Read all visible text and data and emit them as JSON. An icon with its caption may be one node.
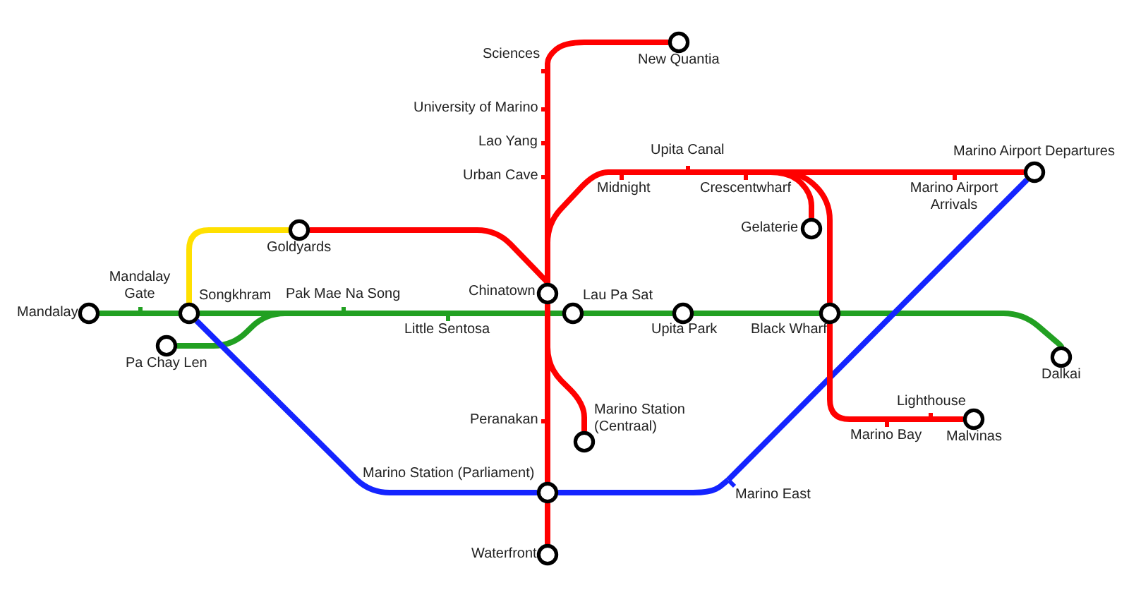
{
  "diagram": {
    "nodes": [
      {
        "text": [
          "Sciences"
        ]
      },
      {
        "text": [
          "New Quantia"
        ]
      },
      {
        "text": [
          "University of Marino"
        ]
      },
      {
        "text": [
          "Lao Yang"
        ]
      },
      {
        "text": [
          "Upita Canal"
        ]
      },
      {
        "text": [
          "Marino Airport Departures"
        ]
      },
      {
        "text": [
          "Urban Cave"
        ]
      },
      {
        "text": [
          "Midnight"
        ]
      },
      {
        "text": [
          "Crescentwharf"
        ]
      },
      {
        "text": [
          "Marino Airport Arrivals"
        ]
      },
      {
        "text": [
          "Goldyards"
        ]
      },
      {
        "text": [
          "Gelaterie"
        ]
      },
      {
        "text": [
          "Mandalay Gate"
        ]
      },
      {
        "text": [
          "Chinatown"
        ]
      },
      {
        "text": [
          "Songkhram"
        ]
      },
      {
        "text": [
          "Pak Mae Na Song"
        ]
      },
      {
        "text": [
          "Lau Pa Sat"
        ]
      },
      {
        "text": [
          "Mandalay"
        ]
      },
      {
        "text": [
          "Upita Park"
        ]
      },
      {
        "text": [
          "Black Wharf"
        ]
      },
      {
        "text": [
          "Little Sentosa"
        ]
      },
      {
        "text": [
          "Pa Chay Len"
        ]
      },
      {
        "text": [
          "Dalkai"
        ]
      },
      {
        "text": [
          "Lighthouse"
        ]
      },
      {
        "text": [
          "Marino Station (Centraal)"
        ]
      },
      {
        "text": [
          "Peranakan"
        ]
      },
      {
        "text": [
          "Marino Bay"
        ]
      },
      {
        "text": [
          "Malvinas"
        ]
      },
      {
        "text": [
          "Marino Station (Parliament)"
        ]
      },
      {
        "text": [
          "Marino East"
        ]
      },
      {
        "text": [
          "Waterfront"
        ]
      }
    ],
    "edges": [
      {
        "from": 30,
        "to": 28,
        "arrow": "none"
      },
      {
        "from": 28,
        "to": 25,
        "arrow": "none"
      },
      {
        "from": 25,
        "to": 13,
        "arrow": "none"
      },
      {
        "from": 13,
        "to": 6,
        "arrow": "none"
      },
      {
        "from": 6,
        "to": 3,
        "arrow": "none"
      },
      {
        "from": 3,
        "to": 2,
        "arrow": "none"
      },
      {
        "from": 2,
        "to": 0,
        "arrow": "none"
      },
      {
        "from": 0,
        "to": 1,
        "arrow": "none"
      },
      {
        "from": 13,
        "to": 24,
        "arrow": "none"
      },
      {
        "from": 13,
        "to": 7,
        "arrow": "none"
      },
      {
        "from": 7,
        "to": 4,
        "arrow": "none"
      },
      {
        "from": 4,
        "to": 8,
        "arrow": "none"
      },
      {
        "from": 8,
        "to": 9,
        "arrow": "none"
      },
      {
        "from": 9,
        "to": 5,
        "arrow": "none"
      },
      {
        "from": 8,
        "to": 11,
        "arrow": "none"
      },
      {
        "from": 8,
        "to": 19,
        "arrow": "none"
      },
      {
        "from": 19,
        "to": 26,
        "arrow": "none"
      },
      {
        "from": 26,
        "to": 23,
        "arrow": "none"
      },
      {
        "from": 23,
        "to": 27,
        "arrow": "none"
      },
      {
        "from": 10,
        "to": 13,
        "arrow": "none"
      },
      {
        "from": 17,
        "to": 12,
        "arrow": "none",
        "color": "#22a022"
      },
      {
        "from": 12,
        "to": 14,
        "arrow": "none",
        "color": "#22a022"
      },
      {
        "from": 14,
        "to": 15,
        "arrow": "none",
        "color": "#22a022"
      },
      {
        "from": 15,
        "to": 20,
        "arrow": "none",
        "color": "#22a022"
      },
      {
        "from": 20,
        "to": 16,
        "arrow": "none",
        "color": "#22a022"
      },
      {
        "from": 16,
        "to": 18,
        "arrow": "none",
        "color": "#22a022"
      },
      {
        "from": 18,
        "to": 19,
        "arrow": "none",
        "color": "#22a022"
      },
      {
        "from": 19,
        "to": 22,
        "arrow": "none",
        "color": "#22a022"
      },
      {
        "from": 21,
        "to": 15,
        "arrow": "none",
        "color": "#22a022"
      },
      {
        "from": 14,
        "to": 28,
        "arrow": "none",
        "color": "#1424ff"
      },
      {
        "from": 28,
        "to": 29,
        "arrow": "none",
        "color": "#1424ff"
      },
      {
        "from": 29,
        "to": 5,
        "arrow": "none",
        "color": "#1424ff"
      },
      {
        "from": 14,
        "to": 10,
        "arrow": "none",
        "color": "#ffe000"
      }
    ]
  }
}
